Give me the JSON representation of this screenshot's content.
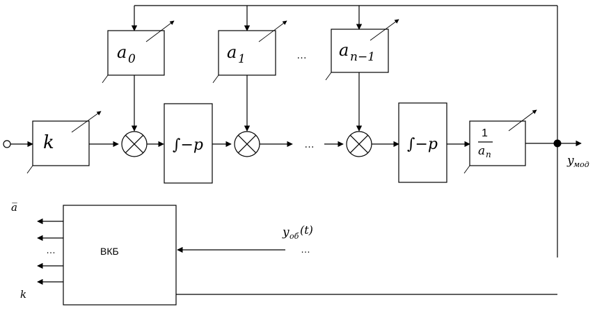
{
  "blocks": {
    "a0": {
      "main": "a",
      "sub": "0"
    },
    "a1": {
      "main": "a",
      "sub": "1"
    },
    "an1": {
      "main": "a",
      "sub": "n−1"
    },
    "k": {
      "label": "k"
    },
    "int1": {
      "label": "∫−p"
    },
    "int2": {
      "label": "∫−p"
    },
    "inv_an": {
      "numerator": "1",
      "den_main": "a",
      "den_sub": "n"
    },
    "vkb": {
      "label": "ВКБ"
    }
  },
  "dots": {
    "coef_row": "…",
    "main_row": "…",
    "vkb_outputs": "…",
    "input_yob": "…"
  },
  "signals": {
    "y_mod": {
      "main": "y",
      "sub": "мод"
    },
    "y_ob": {
      "main": "y",
      "sub": "об",
      "arg": "(t)"
    },
    "a_bar": "a̅",
    "k_out": "k"
  }
}
